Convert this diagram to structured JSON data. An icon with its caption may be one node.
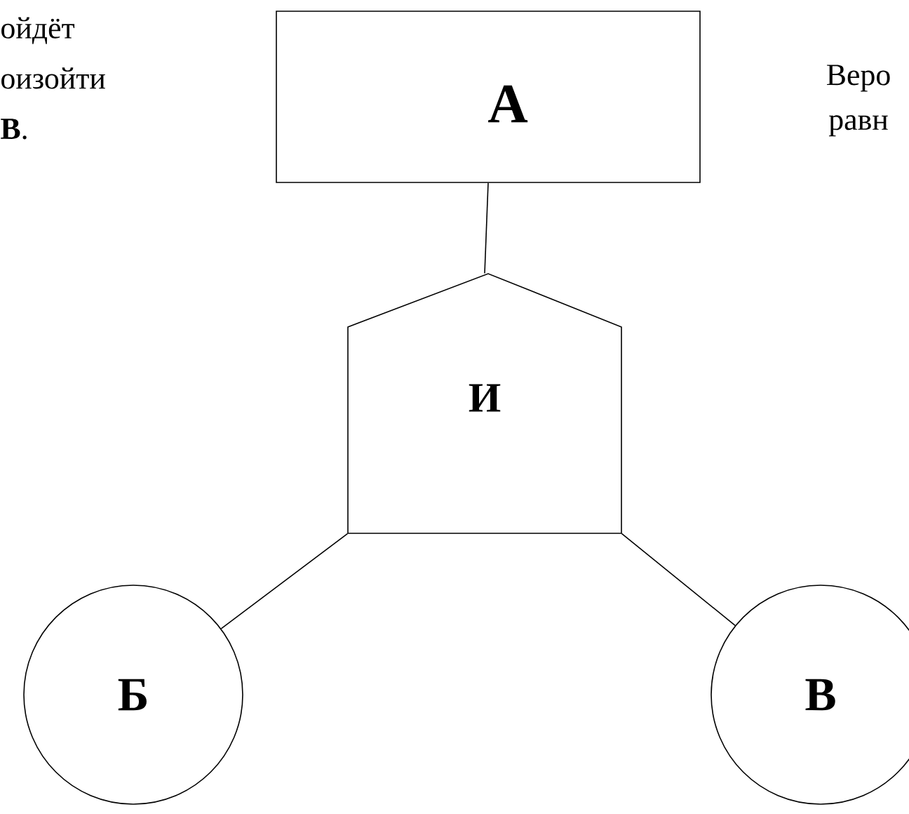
{
  "diagram": {
    "nodes": [
      {
        "text": [
          "А"
        ]
      },
      {
        "text": [
          "И"
        ]
      },
      {
        "text": [
          "Б"
        ]
      },
      {
        "text": [
          "В"
        ]
      }
    ],
    "edges": [
      {
        "from": 0,
        "to": 1,
        "arrow": "none"
      },
      {
        "from": 1,
        "to": 2,
        "arrow": "none"
      },
      {
        "from": 1,
        "to": 3,
        "arrow": "none"
      }
    ],
    "labels": [
      "ойдёт оизойти **В**.",
      "Веро равн"
    ]
  }
}
